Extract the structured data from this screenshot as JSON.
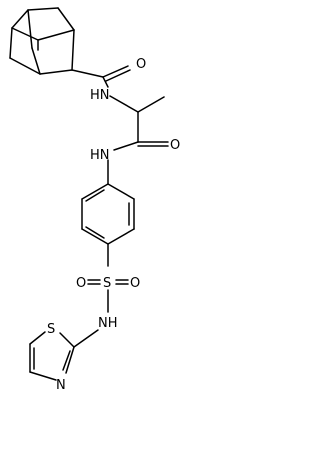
{
  "molecule": {
    "atoms": {
      "amide_o1": "O",
      "amide_nh1": "HN",
      "amide_o2": "O",
      "amide_nh2": "HN",
      "sulfonyl_o1": "O",
      "sulfonyl_o2": "O",
      "sulfur": "S",
      "sulfonamide_nh": "NH",
      "thiazole_s": "S",
      "thiazole_n": "N"
    }
  }
}
